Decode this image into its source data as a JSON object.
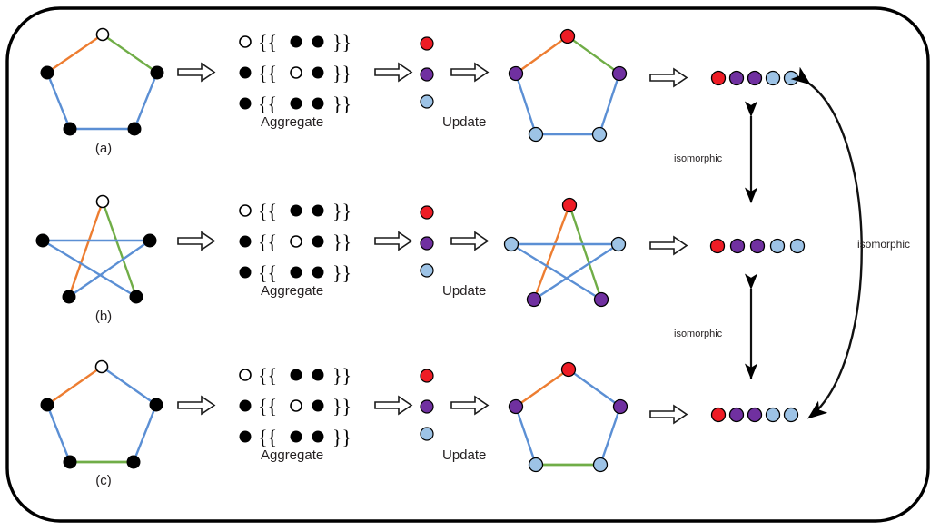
{
  "figure": {
    "title": "WL test message passing isomorphism illustration",
    "border_color": "#000000"
  },
  "colors": {
    "edge_blue": "#5b8fd4",
    "edge_orange": "#ed7d31",
    "edge_green": "#70ad47",
    "node_black": "#000000",
    "node_white": "#ffffff",
    "node_red": "#ee1c25",
    "node_purple": "#7030a0",
    "node_lightblue": "#9dc3e6",
    "text": "#231f20"
  },
  "rows": [
    {
      "id": "a",
      "label": "(a)",
      "graph_type": "pentagon",
      "input_nodes": [
        {
          "name": "top",
          "fill": "white"
        },
        {
          "name": "left",
          "fill": "black"
        },
        {
          "name": "right",
          "fill": "black"
        },
        {
          "name": "bottom-left",
          "fill": "black"
        },
        {
          "name": "bottom-right",
          "fill": "black"
        }
      ],
      "input_edges": [
        {
          "from": "top",
          "to": "left",
          "color": "orange"
        },
        {
          "from": "top",
          "to": "right",
          "color": "green"
        },
        {
          "from": "left",
          "to": "bottom-left",
          "color": "blue"
        },
        {
          "from": "right",
          "to": "bottom-right",
          "color": "blue"
        },
        {
          "from": "bottom-left",
          "to": "bottom-right",
          "color": "blue"
        }
      ],
      "aggregate": {
        "label": "Aggregate",
        "lines": [
          {
            "center": "white",
            "neighbors": [
              "black",
              "black"
            ]
          },
          {
            "center": "black",
            "neighbors": [
              "white",
              "black"
            ]
          },
          {
            "center": "black",
            "neighbors": [
              "black",
              "black"
            ]
          }
        ]
      },
      "update": {
        "label": "Update",
        "colors": [
          "red",
          "purple",
          "lightblue"
        ]
      },
      "output_nodes": [
        {
          "name": "top",
          "fill": "red"
        },
        {
          "name": "left",
          "fill": "purple"
        },
        {
          "name": "right",
          "fill": "purple"
        },
        {
          "name": "bottom-left",
          "fill": "lightblue"
        },
        {
          "name": "bottom-right",
          "fill": "lightblue"
        }
      ],
      "multiset": [
        "red",
        "purple",
        "purple",
        "lightblue",
        "lightblue"
      ]
    },
    {
      "id": "b",
      "label": "(b)",
      "graph_type": "star",
      "input_nodes": [
        {
          "name": "top",
          "fill": "white"
        },
        {
          "name": "left",
          "fill": "black"
        },
        {
          "name": "right",
          "fill": "black"
        },
        {
          "name": "bottom-left",
          "fill": "black"
        },
        {
          "name": "bottom-right",
          "fill": "black"
        }
      ],
      "input_edges": [
        {
          "from": "top",
          "to": "bottom-left",
          "color": "orange"
        },
        {
          "from": "top",
          "to": "bottom-right",
          "color": "green"
        },
        {
          "from": "left",
          "to": "right",
          "color": "blue"
        },
        {
          "from": "left",
          "to": "bottom-right",
          "color": "blue"
        },
        {
          "from": "right",
          "to": "bottom-left",
          "color": "blue"
        }
      ],
      "aggregate": {
        "label": "Aggregate",
        "lines": [
          {
            "center": "white",
            "neighbors": [
              "black",
              "black"
            ]
          },
          {
            "center": "black",
            "neighbors": [
              "white",
              "black"
            ]
          },
          {
            "center": "black",
            "neighbors": [
              "black",
              "black"
            ]
          }
        ]
      },
      "update": {
        "label": "Update",
        "colors": [
          "red",
          "purple",
          "lightblue"
        ]
      },
      "output_nodes": [
        {
          "name": "top",
          "fill": "red"
        },
        {
          "name": "left",
          "fill": "lightblue"
        },
        {
          "name": "right",
          "fill": "lightblue"
        },
        {
          "name": "bottom-left",
          "fill": "purple"
        },
        {
          "name": "bottom-right",
          "fill": "purple"
        }
      ],
      "multiset": [
        "red",
        "purple",
        "purple",
        "lightblue",
        "lightblue"
      ]
    },
    {
      "id": "c",
      "label": "(c)",
      "graph_type": "pentagon",
      "input_nodes": [
        {
          "name": "top",
          "fill": "white"
        },
        {
          "name": "left",
          "fill": "black"
        },
        {
          "name": "right",
          "fill": "black"
        },
        {
          "name": "bottom-left",
          "fill": "black"
        },
        {
          "name": "bottom-right",
          "fill": "black"
        }
      ],
      "input_edges": [
        {
          "from": "top",
          "to": "left",
          "color": "orange"
        },
        {
          "from": "top",
          "to": "right",
          "color": "blue"
        },
        {
          "from": "left",
          "to": "bottom-left",
          "color": "blue"
        },
        {
          "from": "right",
          "to": "bottom-right",
          "color": "blue"
        },
        {
          "from": "bottom-left",
          "to": "bottom-right",
          "color": "green"
        }
      ],
      "aggregate": {
        "label": "Aggregate",
        "lines": [
          {
            "center": "white",
            "neighbors": [
              "black",
              "black"
            ]
          },
          {
            "center": "black",
            "neighbors": [
              "white",
              "black"
            ]
          },
          {
            "center": "black",
            "neighbors": [
              "black",
              "black"
            ]
          }
        ]
      },
      "update": {
        "label": "Update",
        "colors": [
          "red",
          "purple",
          "lightblue"
        ]
      },
      "output_nodes": [
        {
          "name": "top",
          "fill": "red"
        },
        {
          "name": "left",
          "fill": "purple"
        },
        {
          "name": "right",
          "fill": "purple"
        },
        {
          "name": "bottom-left",
          "fill": "lightblue"
        },
        {
          "name": "bottom-right",
          "fill": "lightblue"
        }
      ],
      "multiset": [
        "red",
        "purple",
        "purple",
        "lightblue",
        "lightblue"
      ]
    }
  ],
  "annotations": {
    "iso_ab": "isomorphic",
    "iso_bc": "isomorphic",
    "iso_ac": "isomorphic"
  },
  "symbols": {
    "arrow": "implies-arrow",
    "brace_open": "{{",
    "brace_close": "}}"
  }
}
